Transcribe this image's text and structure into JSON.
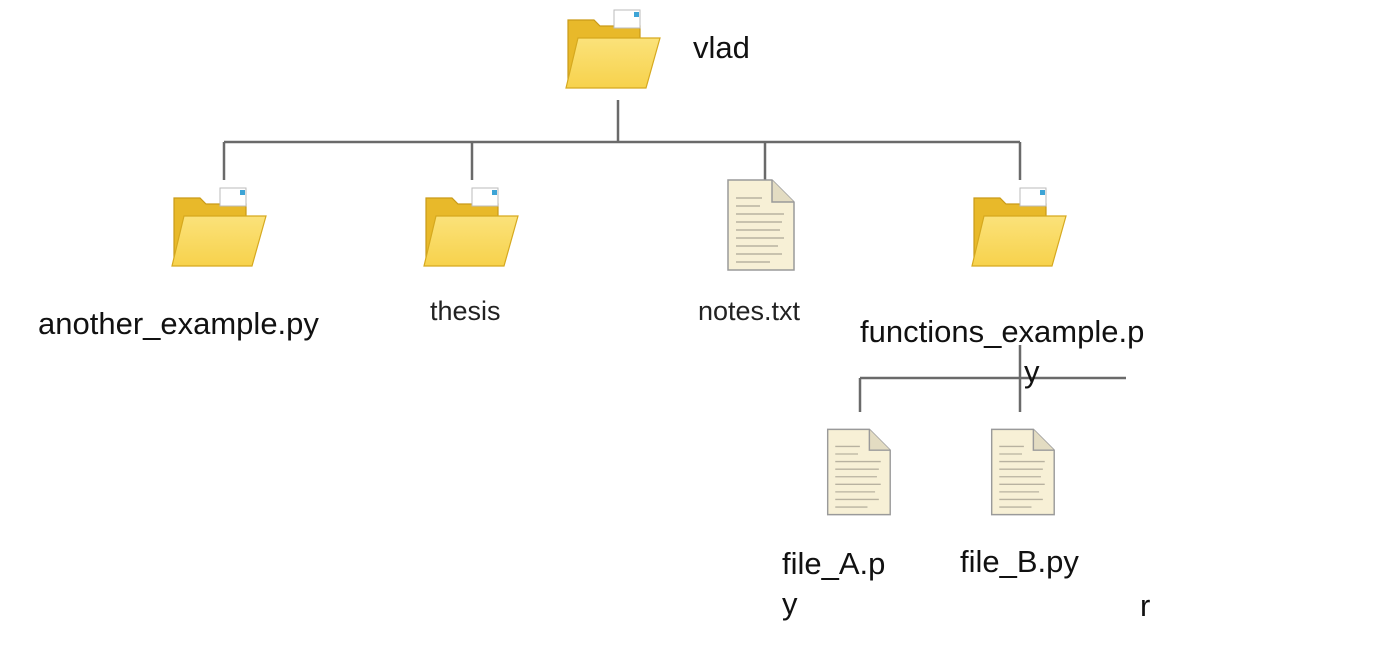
{
  "tree": {
    "root": {
      "label": "vlad",
      "kind": "folder",
      "icon": "folder-icon"
    },
    "children": [
      {
        "label": "another_example.py",
        "kind": "folder",
        "icon": "folder-icon"
      },
      {
        "label": "thesis",
        "kind": "folder",
        "icon": "folder-icon"
      },
      {
        "label": "notes.txt",
        "kind": "file",
        "icon": "document-icon"
      },
      {
        "label_line1": "functions_example.p",
        "label_line2": "y",
        "kind": "folder",
        "icon": "folder-icon"
      }
    ],
    "subchildren": [
      {
        "label_line1": "file_A.p",
        "label_line2": "y",
        "kind": "file",
        "icon": "document-icon"
      },
      {
        "label": "file_B.py",
        "kind": "file",
        "icon": "document-icon"
      }
    ],
    "stray_text": "r"
  },
  "colors": {
    "connector": "#6a6a6a",
    "folder_fill": "#f7d24c",
    "folder_back": "#e8b92a",
    "document_fill": "#f7f0d6"
  }
}
